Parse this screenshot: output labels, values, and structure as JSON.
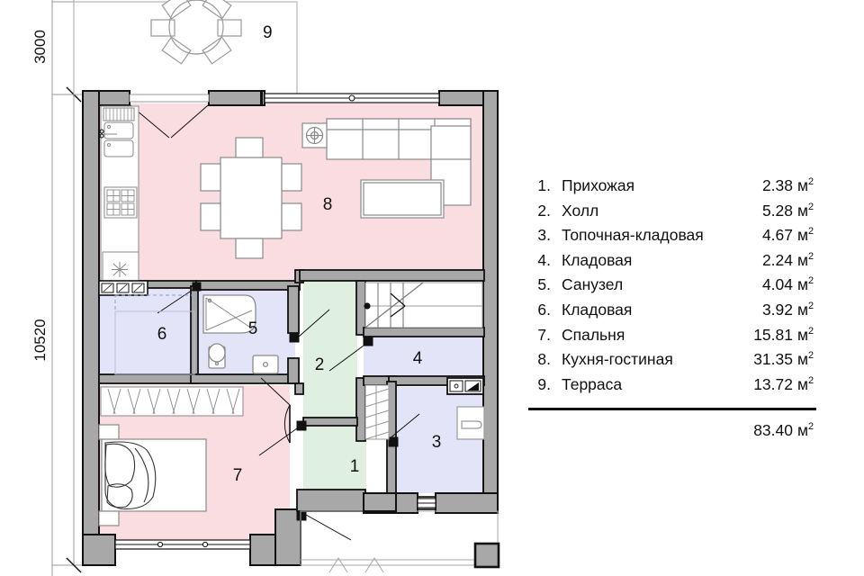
{
  "document": {
    "type": "floor-plan",
    "language": "ru"
  },
  "dimensions": {
    "terrace_depth": "3000",
    "house_length": "10520"
  },
  "plan": {
    "rooms": [
      {
        "num": "1",
        "name": "Прихожая",
        "area": "2.38",
        "fill": "#dff0e0"
      },
      {
        "num": "2",
        "name": "Холл",
        "area": "5.28",
        "fill": "#dff0e0"
      },
      {
        "num": "3",
        "name": "Топочная-кладовая",
        "area": "4.67",
        "fill": "#e4e4f8"
      },
      {
        "num": "4",
        "name": "Кладовая",
        "area": "2.24",
        "fill": "#e4e4f8"
      },
      {
        "num": "5",
        "name": "Санузел",
        "area": "4.04",
        "fill": "#e4e4f8"
      },
      {
        "num": "6",
        "name": "Кладовая",
        "area": "3.92",
        "fill": "#e4e4f8"
      },
      {
        "num": "7",
        "name": "Спальня",
        "area": "15.81",
        "fill": "#fadde1"
      },
      {
        "num": "8",
        "name": "Кухня-гостиная",
        "area": "31.35",
        "fill": "#fadde1"
      },
      {
        "num": "9",
        "name": "Терраса",
        "area": "13.72",
        "fill": "#ffffff"
      }
    ],
    "labels": {
      "r1": "1",
      "r2": "2",
      "r3": "3",
      "r4": "4",
      "r5": "5",
      "r6": "6",
      "r7": "7",
      "r8": "8",
      "r9": "9"
    }
  },
  "legend": {
    "unit": "м",
    "unit_exp": "2",
    "total_area": "83.40",
    "items": [
      {
        "num": "1.",
        "name": "Прихожая",
        "area": "2.38"
      },
      {
        "num": "2.",
        "name": "Холл",
        "area": "5.28"
      },
      {
        "num": "3.",
        "name": "Топочная-кладовая",
        "area": "4.67"
      },
      {
        "num": "4.",
        "name": "Кладовая",
        "area": "2.24"
      },
      {
        "num": "5.",
        "name": "Санузел",
        "area": "4.04"
      },
      {
        "num": "6.",
        "name": "Кладовая",
        "area": "3.92"
      },
      {
        "num": "7.",
        "name": "Спальня",
        "area": "15.81"
      },
      {
        "num": "8.",
        "name": "Кухня-гостиная",
        "area": "31.35"
      },
      {
        "num": "9.",
        "name": "Терраса",
        "area": "13.72"
      }
    ]
  },
  "colors": {
    "wall_fill": "#a8a8a8",
    "wall_stroke": "#111111",
    "pink": "#fadde1",
    "green": "#dff0e0",
    "lavender": "#e4e4f8",
    "furniture_stroke": "#8a8a8a",
    "text": "#111111"
  }
}
